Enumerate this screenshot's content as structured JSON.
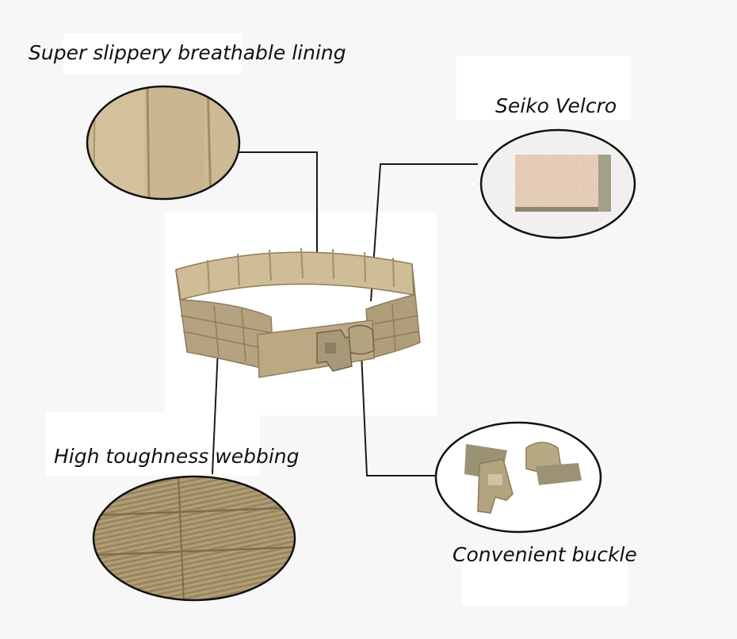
{
  "callouts": {
    "lining": "Super slippery breathable lining",
    "velcro": "Seiko Velcro",
    "webbing": "High toughness webbing",
    "buckle": "Convenient buckle"
  },
  "colors": {
    "background": "#f7f7f7",
    "panel": "#ffffff",
    "belt_tan": "#b5a280",
    "belt_shadow": "#8f7d5c",
    "lining_tan": "#cdbb95",
    "velcro_pink": "#e7cdb8",
    "webbing_tan": "#a8946d",
    "buckle_plastic": "#b3a37f",
    "leader_line": "#1a1a1a"
  }
}
